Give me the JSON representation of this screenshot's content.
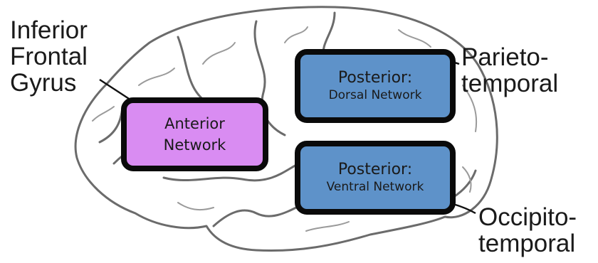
{
  "labels": {
    "inferior_frontal": [
      "Inferior",
      "Frontal",
      "Gyrus"
    ],
    "parieto_temporal": [
      "Parieto-",
      "temporal"
    ],
    "occipito_temporal": [
      "Occipito-",
      "temporal"
    ]
  },
  "boxes": {
    "anterior": {
      "line1": "Anterior",
      "line2": "Network",
      "fill": "#d98cf2"
    },
    "dorsal": {
      "line1": "Posterior:",
      "line2": "Dorsal Network",
      "fill": "#5e92c9"
    },
    "ventral": {
      "line1": "Posterior:",
      "line2": "Ventral Network",
      "fill": "#5e92c9"
    }
  },
  "colors": {
    "outline": "#6b6b6b",
    "box_border": "#0a0a0a",
    "background": "#ffffff"
  }
}
